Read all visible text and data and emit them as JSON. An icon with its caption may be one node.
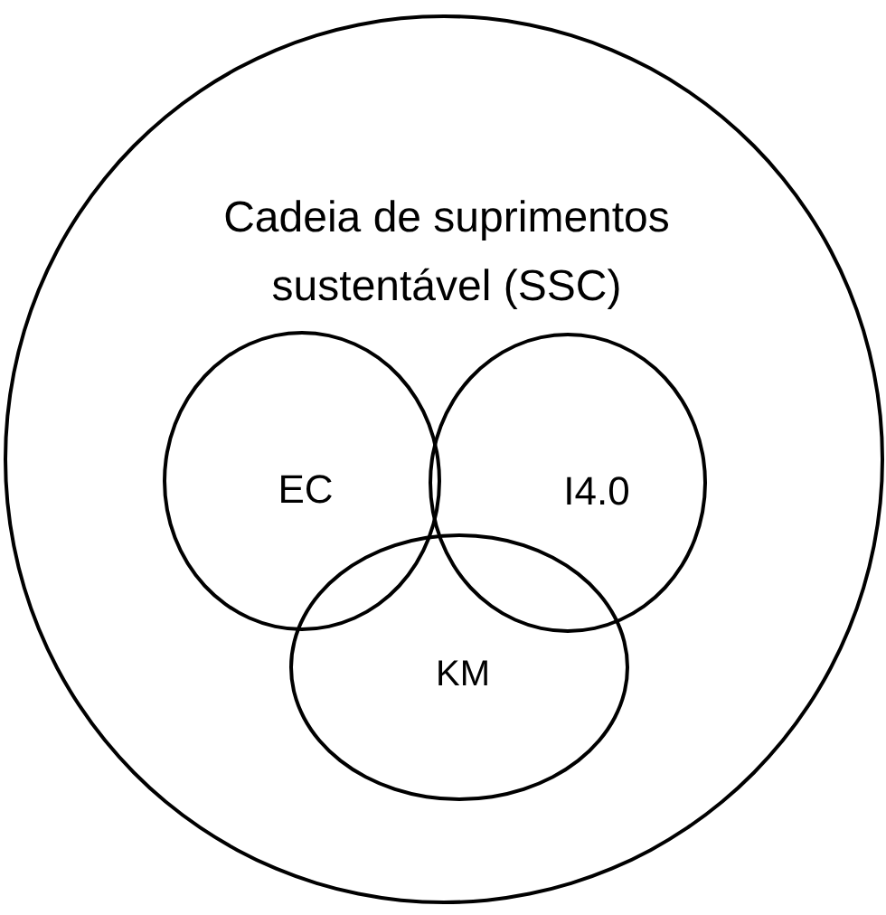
{
  "diagram": {
    "nodes": [
      {
        "text": [
          "Cadeia de suprimentos sustentável (SSC)"
        ]
      },
      {
        "text": [
          "EC"
        ],
        "in": 0
      },
      {
        "text": [
          "I4.0"
        ],
        "in": 0
      },
      {
        "text": [
          "KM"
        ],
        "in": 0
      }
    ]
  }
}
